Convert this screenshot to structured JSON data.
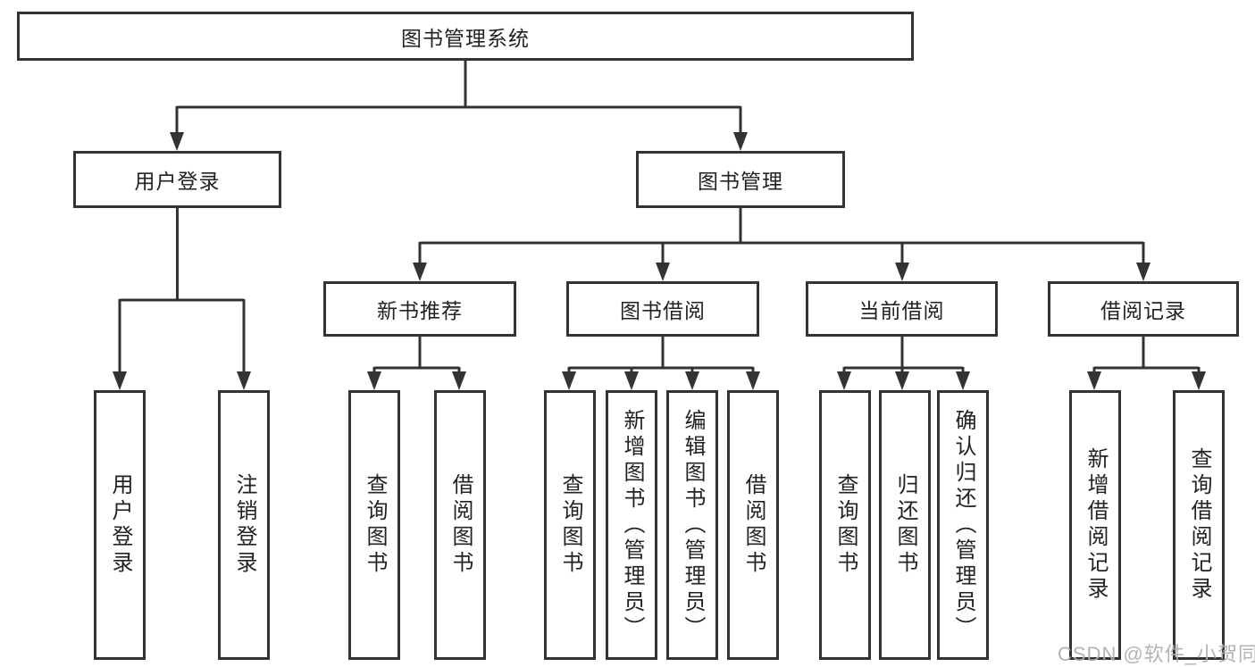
{
  "root": {
    "label": "图书管理系统"
  },
  "branches": [
    {
      "label": "用户登录",
      "children": [
        {
          "label": "用户登录"
        },
        {
          "label": "注销登录"
        }
      ]
    },
    {
      "label": "图书管理",
      "groups": [
        {
          "label": "新书推荐",
          "children": [
            {
              "label": "查询图书"
            },
            {
              "label": "借阅图书"
            }
          ]
        },
        {
          "label": "图书借阅",
          "children": [
            {
              "label": "查询图书"
            },
            {
              "label": "新增图书（管理员）"
            },
            {
              "label": "编辑图书（管理员）"
            },
            {
              "label": "借阅图书"
            }
          ]
        },
        {
          "label": "当前借阅",
          "children": [
            {
              "label": "查询图书"
            },
            {
              "label": "归还图书"
            },
            {
              "label": "确认归还（管理员）"
            }
          ]
        },
        {
          "label": "借阅记录",
          "children": [
            {
              "label": "新增借阅记录"
            },
            {
              "label": "查询借阅记录"
            }
          ]
        }
      ]
    }
  ],
  "watermark": "CSDN @软件_小贺同学",
  "colors": {
    "line": "#333333",
    "box_border": "#333333",
    "box_fill": "#ffffff",
    "text": "#222222",
    "watermark": "#afafaf"
  }
}
